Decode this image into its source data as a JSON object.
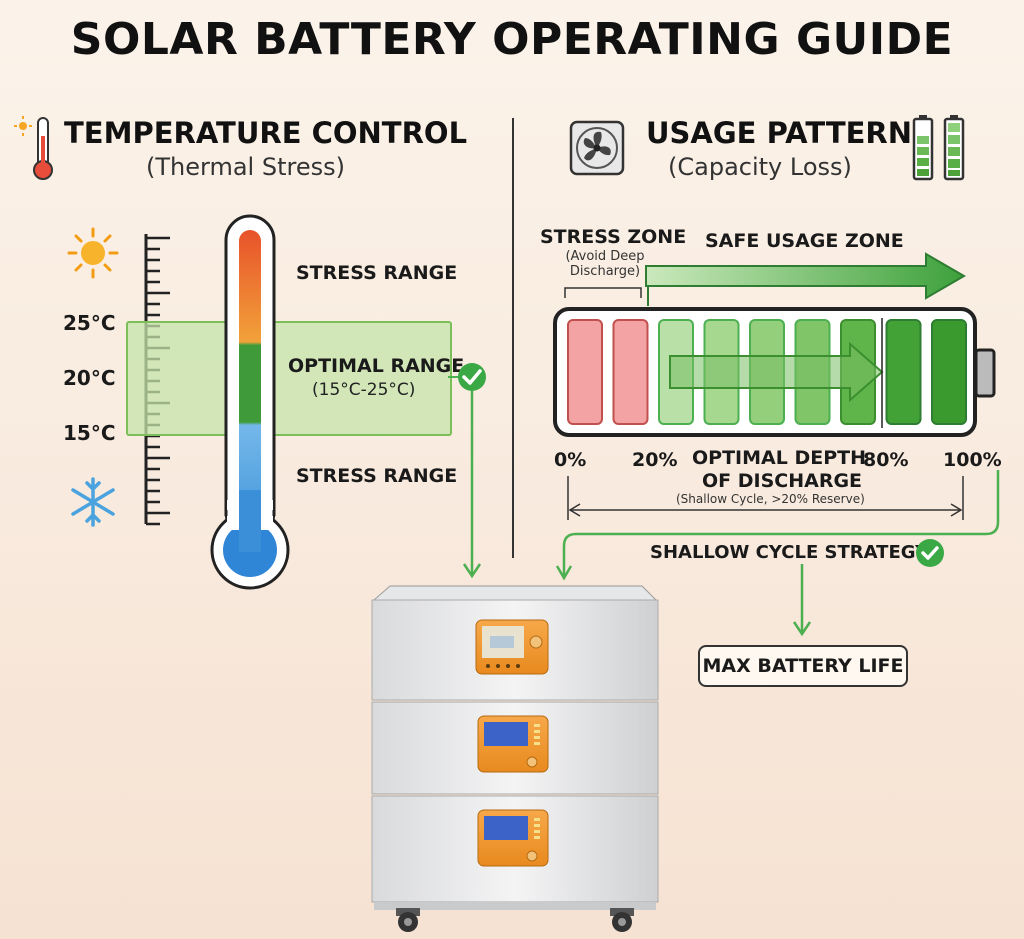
{
  "title": "SOLAR BATTERY OPERATING GUIDE",
  "temperature": {
    "heading": "TEMPERATURE CONTROL",
    "subheading": "(Thermal Stress)",
    "ticks": [
      "25°C",
      "20°C",
      "15°C"
    ],
    "stress_high": "STRESS RANGE",
    "optimal_label": "OPTIMAL RANGE",
    "optimal_range": "(15°C-25°C)",
    "stress_low": "STRESS RANGE",
    "icons": [
      "thermometer-icon",
      "sun-icon",
      "snowflake-icon",
      "check-icon"
    ]
  },
  "usage": {
    "heading": "USAGE PATTERN",
    "subheading": "(Capacity Loss)",
    "stress_zone": "STRESS ZONE",
    "stress_note_1": "(Avoid Deep",
    "stress_note_2": "Discharge)",
    "safe_zone": "SAFE USAGE ZONE",
    "percent_labels": [
      "0%",
      "20%",
      "80%",
      "100%"
    ],
    "optimal_dod_1": "OPTIMAL DEPTH",
    "optimal_dod_2": "OF DISCHARGE",
    "optimal_dod_note": "(Shallow Cycle, >20% Reserve)",
    "strategy": "SHALLOW CYCLE STRATEGY",
    "result": "MAX BATTERY LIFE",
    "icons": [
      "fan-icon",
      "battery-levels-icon",
      "check-icon"
    ]
  },
  "colors": {
    "stress_red": "#f3a3a3",
    "safe_green": "#4caf50",
    "optimal_band": "#cfe8b8",
    "hot": "#e8622a",
    "cold": "#3a8fd8"
  }
}
